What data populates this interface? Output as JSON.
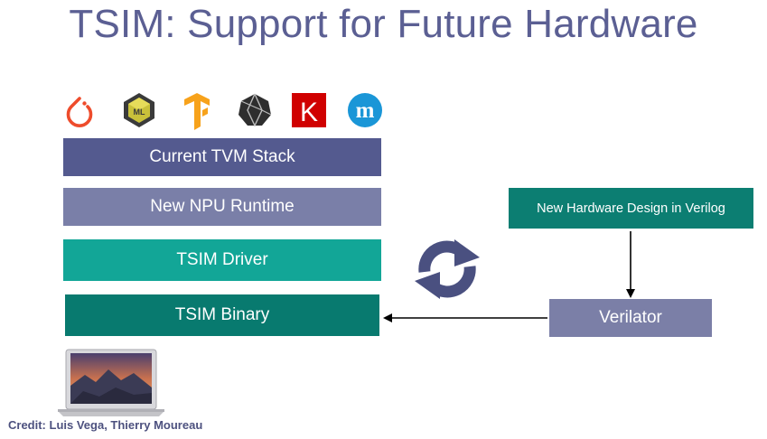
{
  "title": "TSIM: Support for Future Hardware",
  "framework_icons": [
    {
      "icon": "pytorch-icon"
    },
    {
      "icon": "coreml-icon",
      "text": "ML"
    },
    {
      "icon": "tensorflow-icon"
    },
    {
      "icon": "onnx-icon"
    },
    {
      "icon": "keras-icon",
      "text": "K"
    },
    {
      "icon": "mxnet-icon",
      "text": "m"
    }
  ],
  "stack": {
    "current_tvm": "Current TVM Stack",
    "npu_runtime": "New NPU Runtime",
    "tsim_driver": "TSIM Driver",
    "tsim_binary": "TSIM Binary"
  },
  "hardware_design": "New Hardware Design in Verilog",
  "verilator": "Verilator",
  "credit": "Credit: Luis Vega, Thierry Moureau",
  "colors": {
    "title": "#5b5f93",
    "current_tvm": "#545a8f",
    "npu_runtime": "#7a7fa8",
    "tsim_driver": "#12a697",
    "tsim_binary": "#087a6f",
    "hardware_design": "#0c7e72",
    "verilator": "#7b7fa7",
    "cycle_arrows": "#4a5080"
  }
}
